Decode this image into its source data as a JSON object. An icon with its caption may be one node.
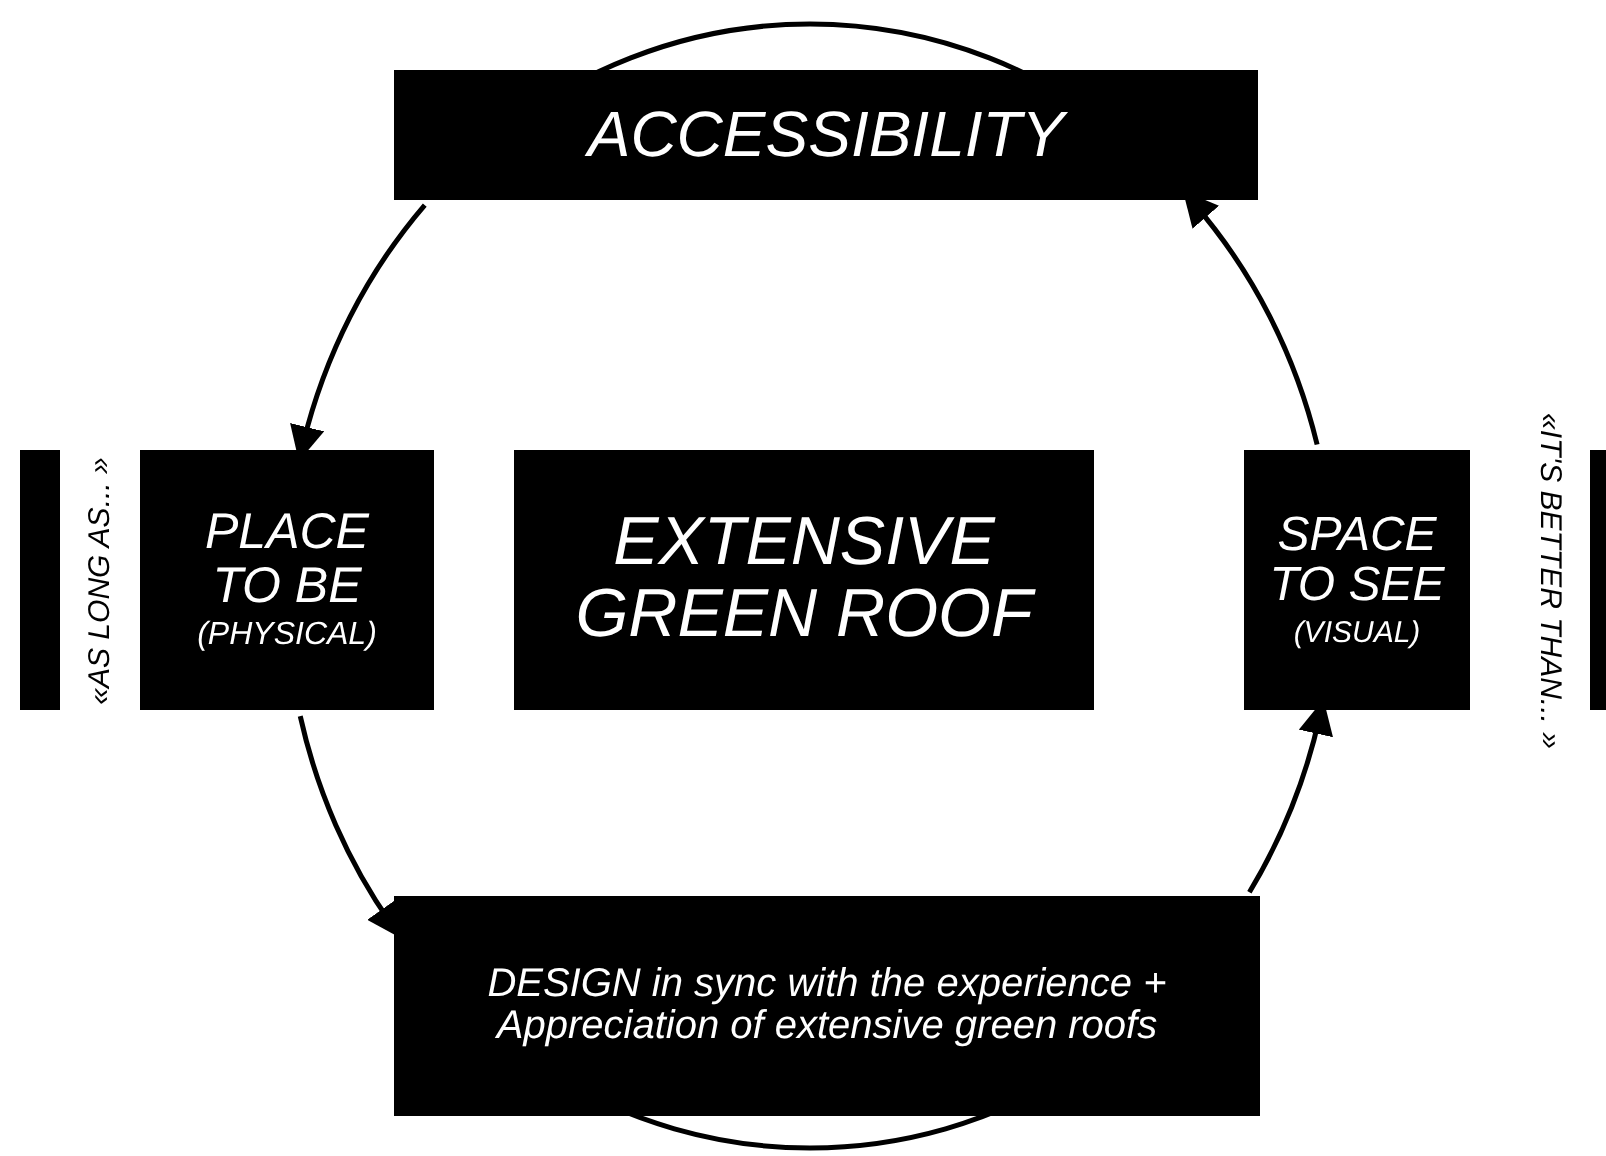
{
  "diagram": {
    "nodes": [
      {
        "text": [
          "ACCESSIBILITY"
        ]
      },
      {
        "text": [],
        "shape": "bar",
        "beside": [
          "«AS LONG AS... »"
        ]
      },
      {
        "text": [
          "PLACE TO BE",
          "(PHYSICAL)"
        ]
      },
      {
        "text": [
          "EXTENSIVE GREEN ROOF"
        ]
      },
      {
        "text": [
          "SPACE TO SEE",
          "(VISUAL)"
        ]
      },
      {
        "text": [],
        "shape": "bar",
        "beside": [
          "«IT'S BETTER THAN... »"
        ]
      },
      {
        "text": [
          "DESIGN in sync with the experience + Appreciation of extensive green roofs"
        ]
      }
    ],
    "edges": [
      {
        "from": 4,
        "to": 0,
        "arrow": "to"
      },
      {
        "from": 0,
        "to": 2,
        "arrow": "to"
      },
      {
        "from": 2,
        "to": 6,
        "arrow": "to"
      },
      {
        "from": 6,
        "to": 4,
        "arrow": "to"
      }
    ]
  }
}
